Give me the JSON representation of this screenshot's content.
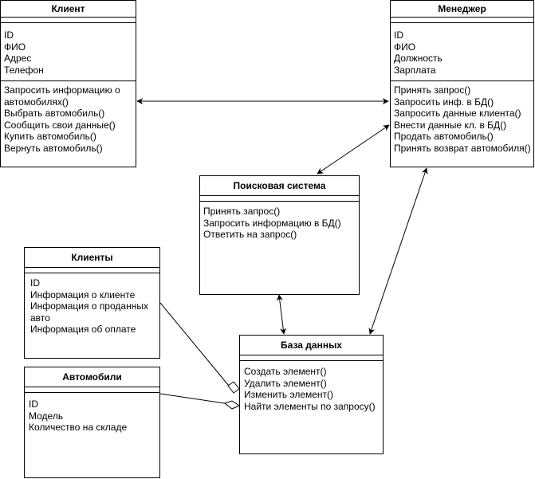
{
  "classes": {
    "client": {
      "name": "Клиент",
      "attributes": [
        "ID",
        "ФИО",
        "Адрес",
        "Телефон"
      ],
      "methods": [
        "Запросить информацию о",
        "автомобилях()",
        "Выбрать автомобиль()",
        "Сообщить свои данные()",
        "Купить автомобиль()",
        "Вернуть автомобиль()"
      ]
    },
    "manager": {
      "name": "Менеджер",
      "attributes": [
        "ID",
        "ФИО",
        "Должность",
        "Зарплата"
      ],
      "methods": [
        "Принять запрос()",
        "Запросить инф. в БД()",
        "Запросить данные клиента()",
        "Внести данные кл. в БД()",
        "Продать автомобиль()",
        "Принять возврат автомобиля()"
      ]
    },
    "search": {
      "name": "Поисковая система",
      "methods": [
        "Принять запрос()",
        "Запросить информацию в БД()",
        "Ответить на запрос()"
      ]
    },
    "clients": {
      "name": "Клиенты",
      "attributes": [
        "ID",
        "Информация о клиенте",
        "Информация о проданных",
        "авто",
        "Информация об оплате"
      ]
    },
    "cars": {
      "name": "Автомобили",
      "attributes": [
        "ID",
        "Модель",
        "Количество на складе"
      ]
    },
    "db": {
      "name": "База данных",
      "methods": [
        "Создать элемент()",
        "Удалить элемент()",
        "Изменить элемент()",
        "Найти элементы по запросу()"
      ]
    }
  },
  "colors": {
    "stroke": "#000000",
    "fill": "#ffffff"
  }
}
